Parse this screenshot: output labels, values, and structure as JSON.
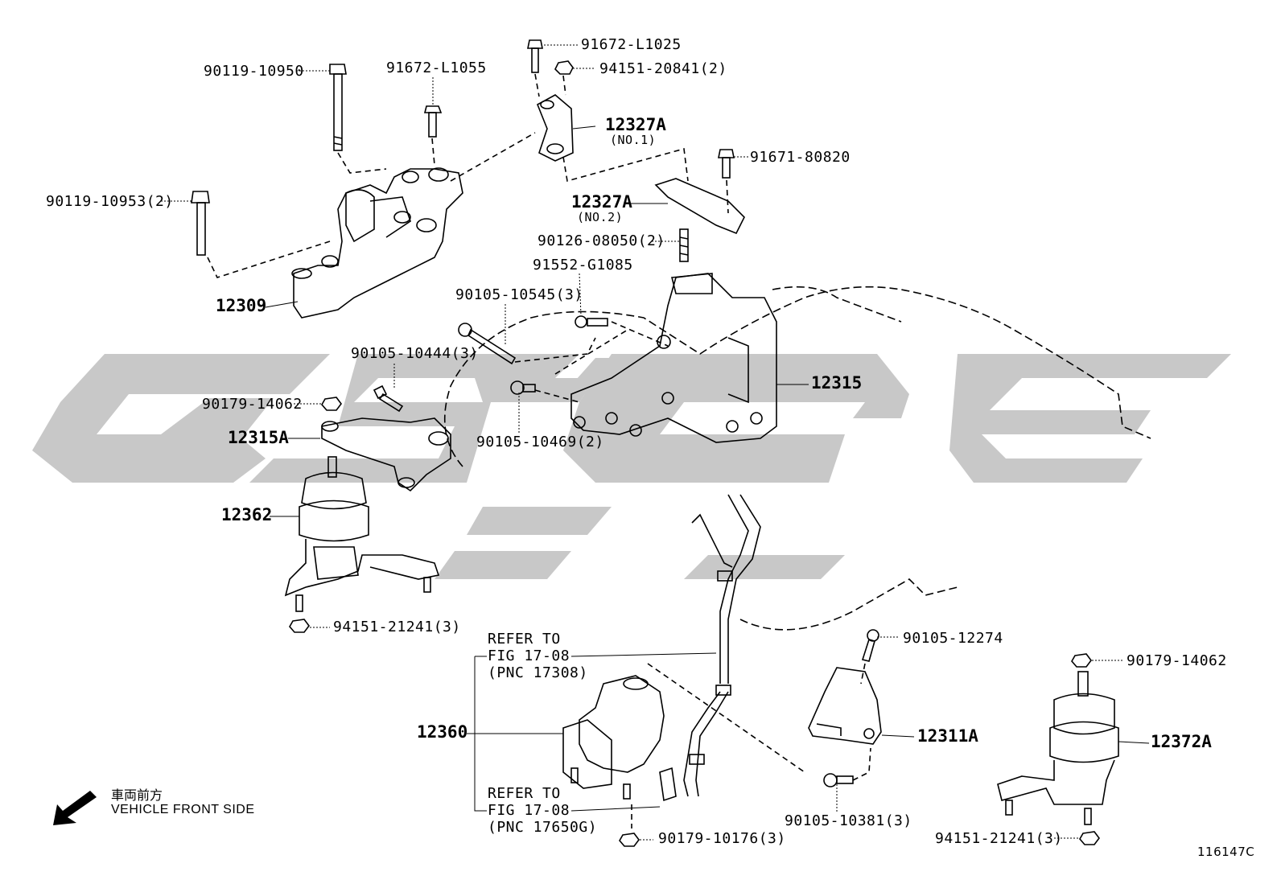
{
  "labels": {
    "p90119_10950": "90119-10950",
    "p91672_L1055": "91672-L1055",
    "p91672_L1025": "91672-L1025",
    "p94151_20841": "94151-20841(2)",
    "p12327A_1": "12327A",
    "p12327A_1_sub": "(NO.1)",
    "p91671_80820": "91671-80820",
    "p90119_10953": "90119-10953(2)",
    "p12327A_2": "12327A",
    "p12327A_2_sub": "(NO.2)",
    "p90126_08050": "90126-08050(2)",
    "p91552_G1085": "91552-G1085",
    "p90105_10545": "90105-10545(3)",
    "p12309": "12309",
    "p90105_10444": "90105-10444(3)",
    "p12315": "12315",
    "p90179_14062a": "90179-14062",
    "p12315A": "12315A",
    "p90105_10469": "90105-10469(2)",
    "p12362": "12362",
    "p94151_21241a": "94151-21241(3)",
    "refer1_line1": "REFER TO",
    "refer1_line2": "FIG 17-08",
    "refer1_line3": "(PNC 17308)",
    "p90105_12274": "90105-12274",
    "p90179_14062b": "90179-14062",
    "p12360": "12360",
    "p12311A": "12311A",
    "p12372A": "12372A",
    "refer2_line1": "REFER TO",
    "refer2_line2": "FIG 17-08",
    "refer2_line3": "(PNC 17650G)",
    "p90105_10381": "90105-10381(3)",
    "p90179_10176": "90179-10176(3)",
    "p94151_21241b": "94151-21241(3)"
  },
  "front": {
    "jp": "車両前方",
    "en": "VEHICLE FRONT SIDE"
  },
  "figure_id": "116147C",
  "watermark_color": "#c8c8c8"
}
